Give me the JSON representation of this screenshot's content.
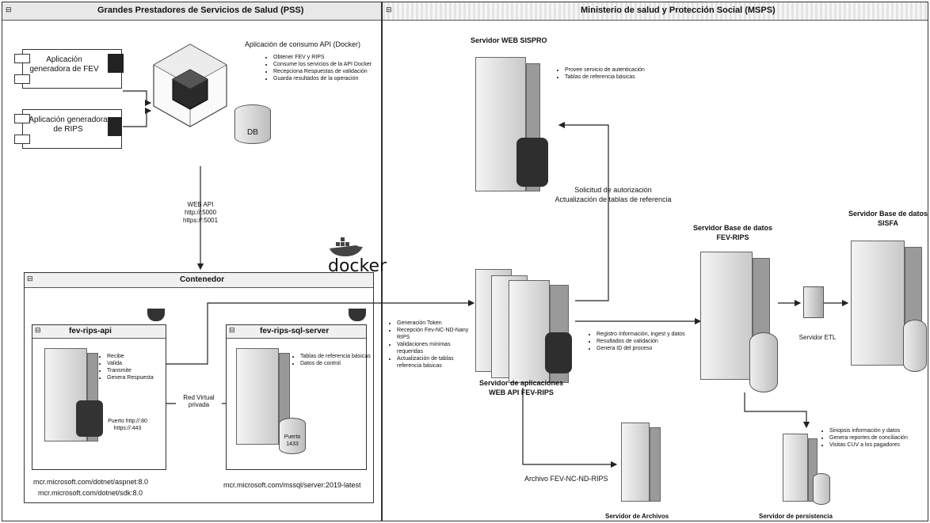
{
  "lanes": {
    "left": {
      "title": "Grandes Prestadores de Servicios de Salud (PSS)"
    },
    "right": {
      "title": "Ministerio de salud y Protección Social (MSPS)"
    }
  },
  "pss": {
    "app_fev": "Aplicación generadora de FEV",
    "app_rips": "Aplicación generadora de RIPS",
    "api_title": "Aplicación de consumo API (Docker)",
    "api_bullets": [
      "Obtener FEV y RIPS",
      "Consume los servicios de la API Docker",
      "Recepciona Respuestas de validación",
      "Guarda resultados de la operación"
    ],
    "db_label": "DB",
    "webapi_label": "WEB API",
    "http_line": "http://:5000",
    "https_line": "https://:5001",
    "docker_word": "docker",
    "container_title": "Contenedor",
    "fev_api": {
      "title": "fev-rips-api",
      "bullets": [
        "Recibe",
        "Valida",
        "Transmite",
        "Genera Respuesta"
      ],
      "port": "Puerto http://:80 https://:443",
      "image1": "mcr.microsoft.com/dotnet/aspnet:8.0",
      "image2": "mcr.microsoft.com/dotnet/sdk:8.0"
    },
    "network_label": "Red Virtual privada",
    "sql": {
      "title": "fev-rips-sql-server",
      "bullets": [
        "Tablas de referencia básicas",
        "Datos de control"
      ],
      "port": "Puerto 1433",
      "image": "mcr.microsoft.com/mssql/server:2019-latest"
    }
  },
  "msps": {
    "sispro_title": "Servidor WEB SISPRO",
    "sispro_bullets": [
      "Provee servicio de autenticación",
      "Tablas de referencia básicas"
    ],
    "auth_line1": "Solicitud de autorización",
    "auth_line2": "Actualización de tablas de referencia",
    "app_server_bullets": [
      "Generación Token",
      "Recepción Fev-NC-ND-Nany RIPS",
      "Validaciones mínimas requeridas",
      "Actualización de tablas referencia básicas"
    ],
    "app_server_label1": "Servidor de aplicaciones",
    "app_server_label2": "WEB API FEV-RIPS",
    "register_bullets": [
      "Registro Información, ingest y datos",
      "Resultados de validación",
      "Genera ID del proceso"
    ],
    "db_fev_title1": "Servidor Base de datos",
    "db_fev_title2": "FEV-RIPS",
    "db_sisfa_title1": "Servidor Base de datos",
    "db_sisfa_title2": "SISFA",
    "etl_label": "Servidor ETL",
    "archive_label": "Archivo FEV-NC-ND-RIPS",
    "files_server": "Servidor de Archivos",
    "persist_bullets": [
      "Sinopsis información y datos",
      "Genera reportes de conciliación",
      "Visitas CUV a los pagadores"
    ],
    "persist_server": "Servidor de persistencia"
  }
}
